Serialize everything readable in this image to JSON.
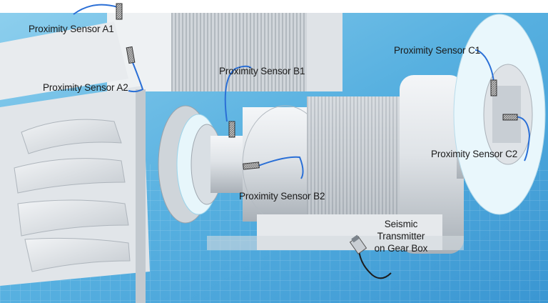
{
  "labels": {
    "a1": "Proximity Sensor A1",
    "a2": "Proximity Sensor A2",
    "b1": "Proximity Sensor B1",
    "b2": "Proximity Sensor B2",
    "c1": "Proximity Sensor C1",
    "c2": "Proximity Sensor C2",
    "seismic": [
      "Seismic",
      "Transmitter",
      "on Gear Box"
    ]
  },
  "colors": {
    "background_blue": "#5fb6e3",
    "wire": "#2a6fd6",
    "seismic_wire": "#1c1c1c",
    "metal": "#e4e7ea"
  }
}
